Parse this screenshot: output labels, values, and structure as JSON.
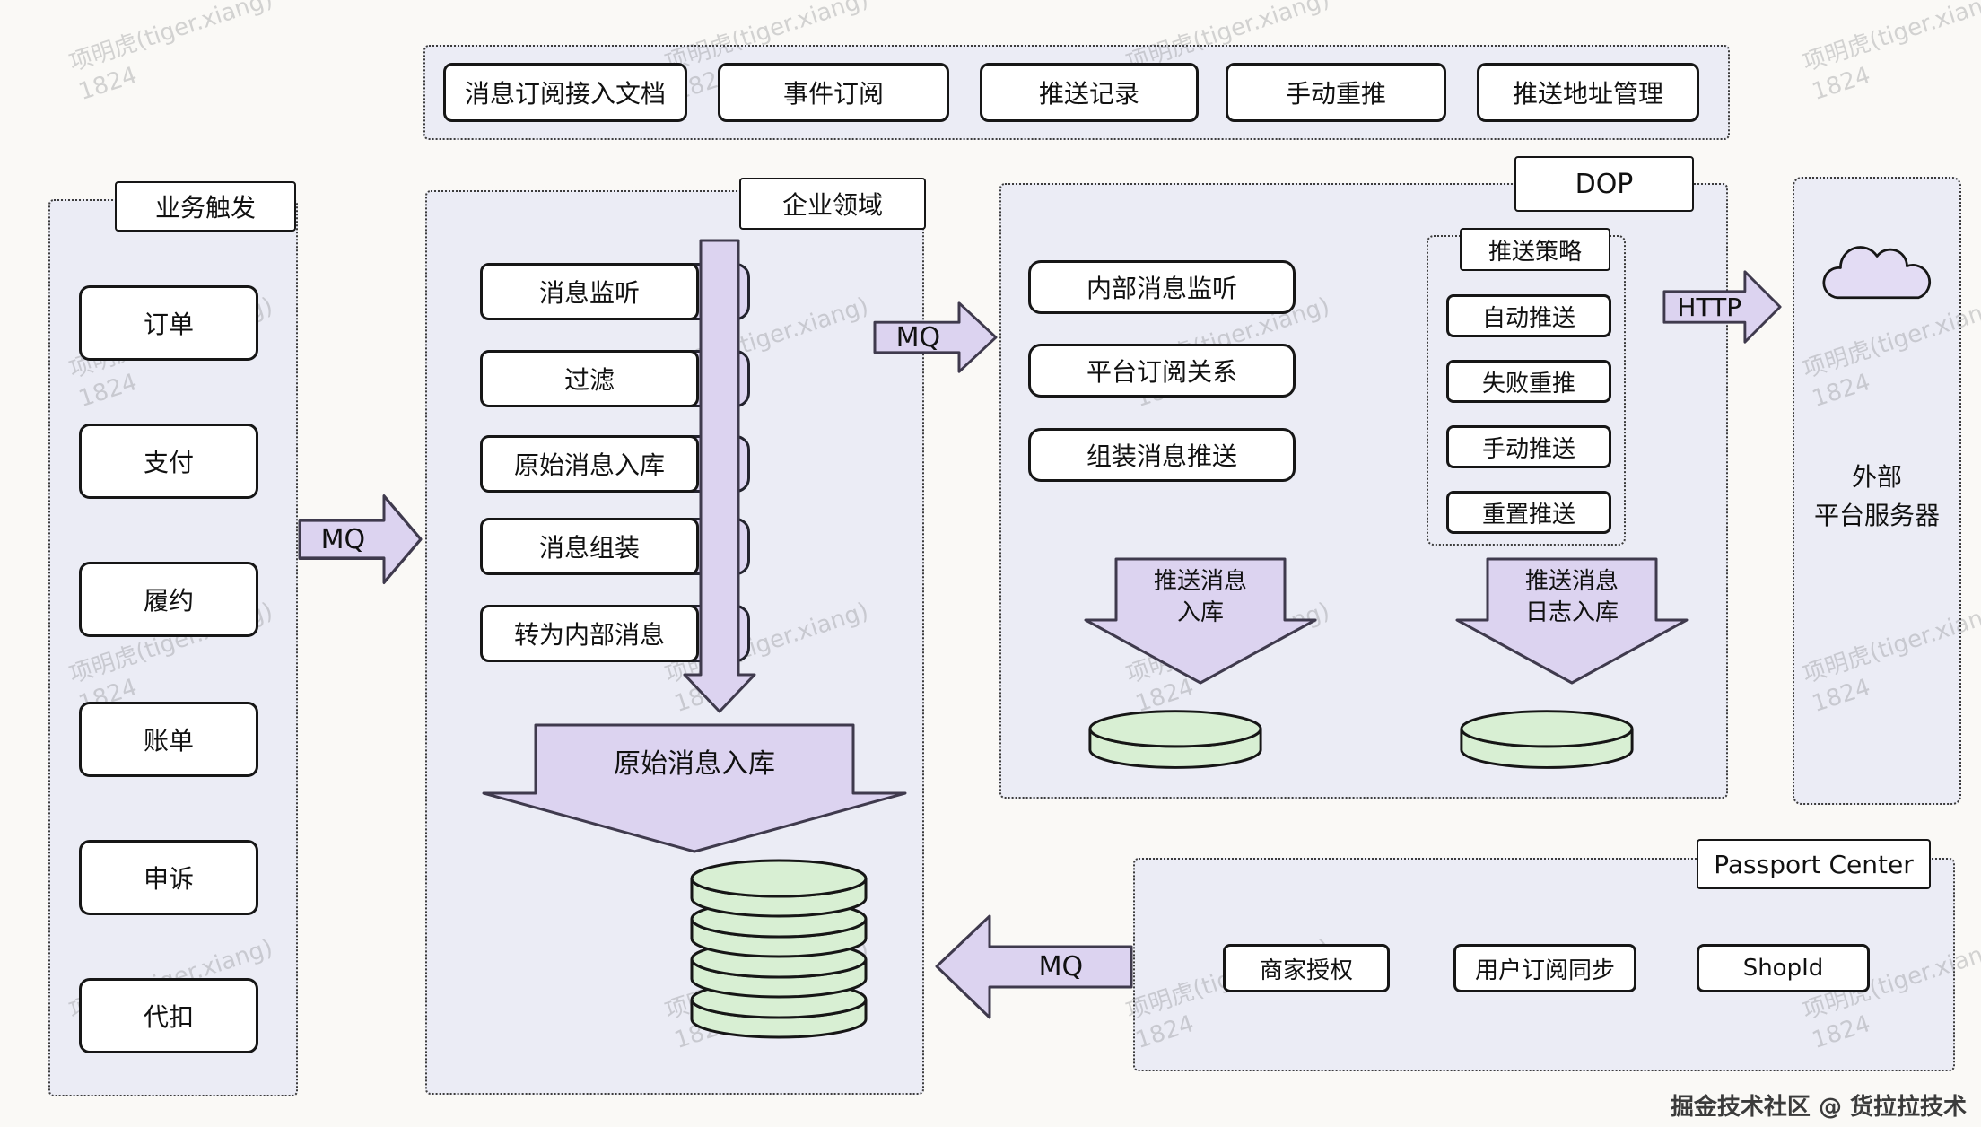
{
  "top_bar": {
    "items": [
      "消息订阅接入文档",
      "事件订阅",
      "推送记录",
      "手动重推",
      "推送地址管理"
    ]
  },
  "business_trigger": {
    "title": "业务触发",
    "items": [
      "订单",
      "支付",
      "履约",
      "账单",
      "申诉",
      "代扣"
    ]
  },
  "mq_label": "MQ",
  "http_label": "HTTP",
  "enterprise": {
    "title": "企业领域",
    "steps": [
      "消息监听",
      "过滤",
      "原始消息入库",
      "消息组装",
      "转为内部消息"
    ],
    "store_arrow_label": "原始消息入库"
  },
  "dop": {
    "title": "DOP",
    "items": [
      "内部消息监听",
      "平台订阅关系",
      "组装消息推送"
    ],
    "strategy": {
      "title": "推送策略",
      "items": [
        "自动推送",
        "失败重推",
        "手动推送",
        "重置推送"
      ]
    },
    "db_arrow": {
      "line1": "推送消息",
      "line2": "入库"
    },
    "log_arrow": {
      "line1": "推送消息",
      "line2": "日志入库"
    }
  },
  "external": {
    "line1": "外部",
    "line2": "平台服务器"
  },
  "passport": {
    "title": "Passport Center",
    "items": [
      "商家授权",
      "用户订阅同步",
      "ShopId"
    ]
  },
  "watermark": {
    "line1": "项明虎(tiger.xiang)",
    "line2": "1824"
  },
  "footer": "掘金技术社区 @ 货拉拉技术",
  "colors": {
    "container_bg": "#ebecf5",
    "box_border": "#161616",
    "arrow_fill": "#dcd3f0",
    "database_fill": "#d8efd3",
    "cloud_fill": "#e3dcf4"
  }
}
